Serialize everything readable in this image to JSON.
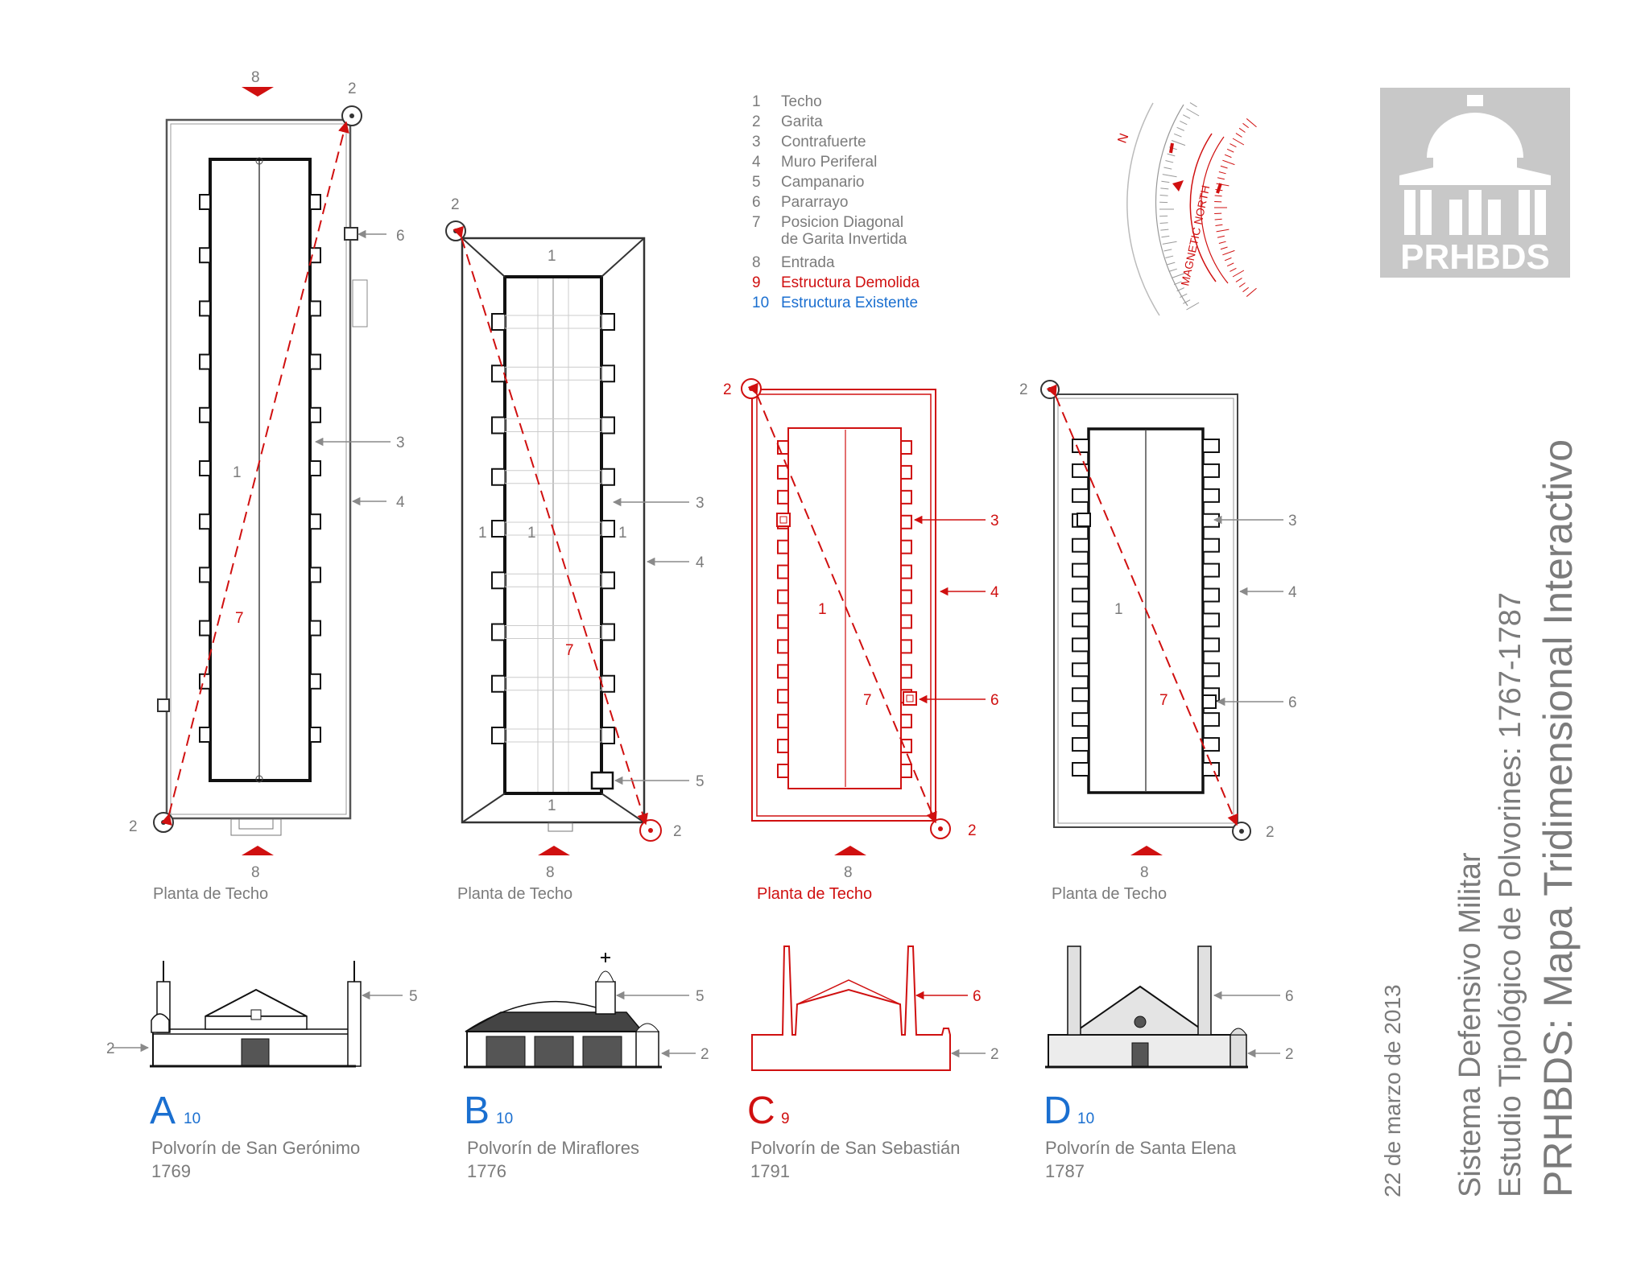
{
  "legend": [
    {
      "num": "1",
      "label": "Techo",
      "color": "#7b7b7b"
    },
    {
      "num": "2",
      "label": "Garita",
      "color": "#7b7b7b"
    },
    {
      "num": "3",
      "label": "Contrafuerte",
      "color": "#7b7b7b"
    },
    {
      "num": "4",
      "label": "Muro Periferal",
      "color": "#7b7b7b"
    },
    {
      "num": "5",
      "label": "Campanario",
      "color": "#7b7b7b"
    },
    {
      "num": "6",
      "label": "Pararrayo",
      "color": "#7b7b7b"
    },
    {
      "num": "7",
      "label": "Posicion Diagonal",
      "label2": "de Garita Invertida",
      "color": "#7b7b7b"
    },
    {
      "num": "8",
      "label": "Entrada",
      "color": "#7b7b7b"
    },
    {
      "num": "9",
      "label": "Estructura Demolida",
      "color": "#d01010"
    },
    {
      "num": "10",
      "label": "Estructura Existente",
      "color": "#1a6fd0"
    }
  ],
  "compass": {
    "n_label": "N",
    "magnetic_label": "MAGNETIC NORTH"
  },
  "logo": {
    "text": "PRHBDS"
  },
  "side_titles": {
    "date": "22 de marzo de 2013",
    "line1": "Sistema Defensivo Militar",
    "line2": "Estudio Tipológico de Polvorines: 1767-1787",
    "line3": "PRHBDS: Mapa Tridimensional Interactivo"
  },
  "plan_label": "Planta de Techo",
  "markers": {
    "n1": "1",
    "n2": "2",
    "n3": "3",
    "n4": "4",
    "n5": "5",
    "n6": "6",
    "n7": "7",
    "n8": "8"
  },
  "buildings": [
    {
      "letter": "A",
      "status": "10",
      "name": "Polvorín de San Gerónimo",
      "year": "1769"
    },
    {
      "letter": "B",
      "status": "10",
      "name": "Polvorín de Miraflores",
      "year": "1776"
    },
    {
      "letter": "C",
      "status": "9",
      "name": "Polvorín de San Sebastián",
      "year": "1791"
    },
    {
      "letter": "D",
      "status": "10",
      "name": "Polvorín de Santa Elena",
      "year": "1787"
    }
  ],
  "colors": {
    "gray": "#7b7b7b",
    "red": "#d01010",
    "blue": "#1a6fd0",
    "line": "#111111",
    "logo_bg": "#c8c8c8"
  }
}
